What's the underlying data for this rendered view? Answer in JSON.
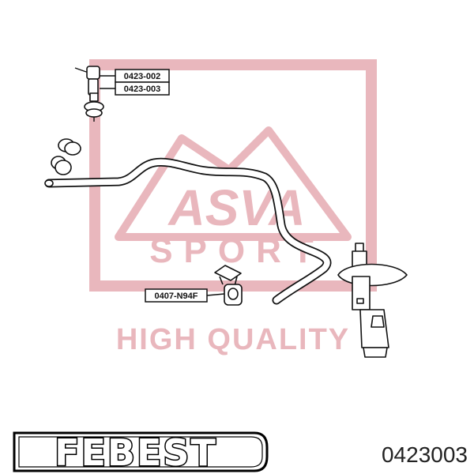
{
  "watermark": {
    "logo_text": "ASVA",
    "sport_text": "SPORT",
    "quality_text": "HIGH QUALITY",
    "color": "#e9b7bd"
  },
  "callouts": [
    {
      "label": "0423-002"
    },
    {
      "label": "0423-003"
    },
    {
      "label": "0407-N94F"
    }
  ],
  "brand": {
    "name": "FEBEST"
  },
  "part_number": "0423003"
}
